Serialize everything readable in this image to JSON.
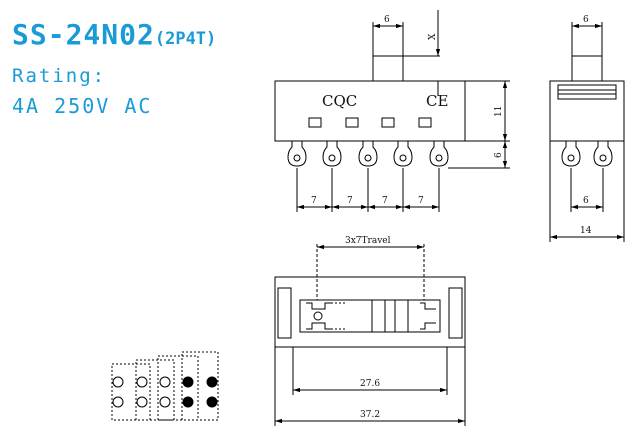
{
  "header": {
    "model": "SS-24N02",
    "config": "(2P4T)",
    "rating_label": "Rating:",
    "rating_value": "4A  250V  AC"
  },
  "front_view": {
    "marking_left": "CQC",
    "marking_right": "CE",
    "dim_actuator_width": "6",
    "dim_actuator_height": "X",
    "dim_body_height": "11",
    "dim_terminal_length": "6",
    "pitch_labels": [
      "7",
      "7",
      "7",
      "7"
    ]
  },
  "side_view": {
    "dim_actuator_width": "6",
    "dim_terminal_spacing": "6",
    "dim_overall_depth": "14"
  },
  "top_view": {
    "dim_travel": "3x7Travel",
    "dim_mounting": "27.6",
    "dim_overall_length": "37.2"
  },
  "schematic": {
    "description_columns": 5,
    "active_contacts": 2
  }
}
